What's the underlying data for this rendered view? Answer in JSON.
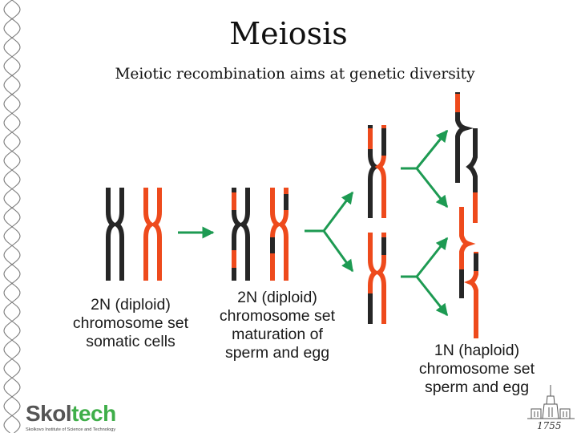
{
  "slide": {
    "title": "Meiosis",
    "subtitle": "Meiotic recombination aims at genetic diversity"
  },
  "labels": {
    "stage1": [
      "2N (diploid)",
      "chromosome set",
      "somatic cells"
    ],
    "stage2": [
      "2N (diploid)",
      "chromosome set",
      "maturation of",
      "sperm and egg"
    ],
    "stage3": [
      "1N (haploid)",
      "chromosome set",
      "sperm and egg"
    ]
  },
  "logo": {
    "brand_left": "Skol",
    "brand_right": "tech",
    "tagline": "Skolkovo Institute of Science and Technology"
  },
  "emblem": {
    "year": "1755"
  },
  "colors": {
    "dark": "#262626",
    "orange": "#ee4a1c",
    "arrow": "#1d9a52",
    "brand_green": "#3fae49"
  },
  "icons": [
    "dna-helix-border",
    "msu-building-emblem"
  ]
}
